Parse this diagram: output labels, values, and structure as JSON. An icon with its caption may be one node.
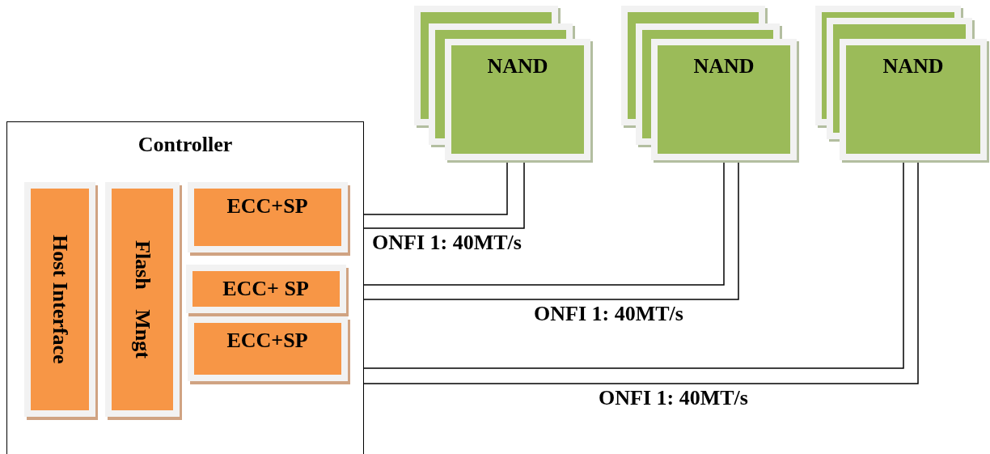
{
  "diagram": {
    "nodes": [
      {
        "text": [
          "Controller"
        ]
      },
      {
        "text": [
          "Host Interface"
        ],
        "in": 0
      },
      {
        "text": [
          "Flash Mngt"
        ],
        "in": 0
      },
      {
        "text": [
          "ECC+SP"
        ],
        "in": 0
      },
      {
        "text": [
          "ECC+ SP"
        ],
        "in": 0
      },
      {
        "text": [
          "ECC+SP"
        ],
        "in": 0
      },
      {
        "text": [
          "NAND"
        ]
      },
      {
        "text": [
          "NAND"
        ]
      },
      {
        "text": [
          "NAND"
        ]
      }
    ],
    "edges": [
      {
        "from": 0,
        "to": 6,
        "arrow": "none"
      },
      {
        "from": 0,
        "to": 6,
        "arrow": "none",
        "label": "ONFI 1: 40MT/s"
      },
      {
        "from": 0,
        "to": 7,
        "arrow": "none"
      },
      {
        "from": 0,
        "to": 7,
        "arrow": "none",
        "label": "ONFI 1: 40MT/s"
      },
      {
        "from": 0,
        "to": 8,
        "arrow": "none"
      },
      {
        "from": 0,
        "to": 8,
        "arrow": "none",
        "label": "ONFI 1: 40MT/s"
      }
    ]
  }
}
